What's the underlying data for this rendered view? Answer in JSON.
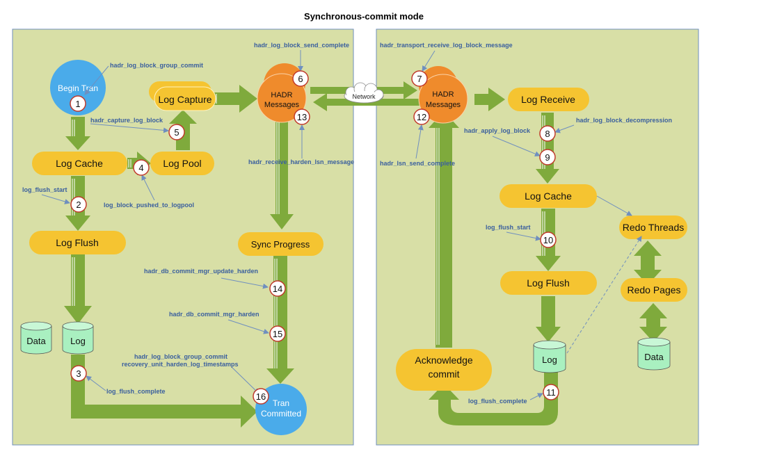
{
  "title": "Synchronous-commit mode",
  "colors": {
    "panel_bg": "#d8dfa6",
    "panel_border": "#6f8fbf",
    "process_box": "#f5c431",
    "hadr_circle": "#ef8b2c",
    "tran_circle": "#4aabea",
    "flow_arrow": "#7faa3c",
    "cylinder": "#a9f0c0",
    "event_text": "#3a5f9e"
  },
  "primary": {
    "begin_tran": "Begin Tran",
    "log_capture": "Log Capture",
    "hadr_messages": [
      "HADR",
      "Messages"
    ],
    "log_cache": "Log Cache",
    "log_pool": "Log Pool",
    "log_flush": "Log Flush",
    "sync_progress": "Sync Progress",
    "data": "Data",
    "log": "Log",
    "tran_committed": [
      "Tran",
      "Committed"
    ]
  },
  "secondary": {
    "hadr_messages": [
      "HADR",
      "Messages"
    ],
    "log_receive": "Log Receive",
    "log_cache": "Log Cache",
    "redo_threads": "Redo Threads",
    "log_flush": "Log Flush",
    "redo_pages": "Redo Pages",
    "log": "Log",
    "data": "Data",
    "acknowledge_commit": [
      "Acknowledge",
      "commit"
    ]
  },
  "network": "Network",
  "steps": [
    "1",
    "2",
    "3",
    "4",
    "5",
    "6",
    "7",
    "8",
    "9",
    "10",
    "11",
    "12",
    "13",
    "14",
    "15",
    "16"
  ],
  "events": {
    "e1": "hadr_log_block_group_commit",
    "e5": "hadr_capture_log_block",
    "e4": "log_block_pushed_to_logpool",
    "e2": "log_flush_start",
    "e3": "log_flush_complete",
    "e6": "hadr_log_block_send_complete",
    "e13": "hadr_receive_harden_lsn_message",
    "e14": "hadr_db_commit_mgr_update_harden",
    "e15": "hadr_db_commit_mgr_harden",
    "e16a": "hadr_log_block_group_commit",
    "e16b": "recovery_unit_harden_log_timestamps",
    "e7": "hadr_transport_receive_log_block_message",
    "e8": "hadr_log_block_decompression",
    "e9": "hadr_apply_log_block",
    "e12": "hadr_lsn_send_complete",
    "e10": "log_flush_start",
    "e11": "log_flush_complete"
  }
}
